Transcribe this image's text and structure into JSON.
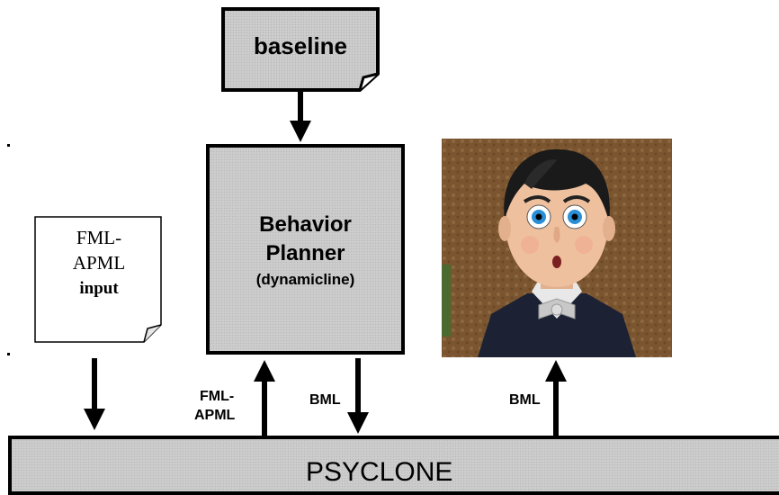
{
  "diagram": {
    "baseline": {
      "label": "baseline"
    },
    "planner": {
      "title_line1": "Behavior",
      "title_line2": "Planner",
      "subtitle": "(dynamicline)"
    },
    "input_doc": {
      "line1": "FML-",
      "line2": "APML",
      "line3": "input"
    },
    "edges": {
      "fml_apml_line1": "FML-",
      "fml_apml_line2": "APML",
      "bml_planner": "BML",
      "bml_agent": "BML"
    },
    "bus": {
      "label": "PSYCLONE"
    },
    "agent": {
      "image": "virtual-agent-face"
    }
  },
  "colors": {
    "box_fill": "#cccccc",
    "stroke": "#000000",
    "doc_fill": "#ffffff"
  }
}
